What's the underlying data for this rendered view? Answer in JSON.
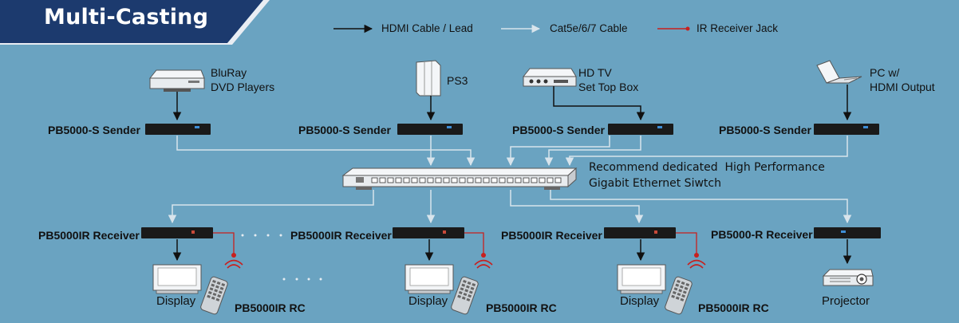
{
  "title": "Multi-Casting",
  "legend": {
    "hdmi": "HDMI Cable / Lead",
    "cat": "Cat5e/6/7 Cable",
    "ir": "IR Receiver Jack"
  },
  "sources": {
    "bluray": "BluRay\nDVD Players",
    "ps3": "PS3",
    "hdtv": "HD TV\nSet Top Box",
    "pc": "PC w/\nHDMI Output"
  },
  "senders": [
    "PB5000-S Sender",
    "PB5000-S Sender",
    "PB5000-S Sender",
    "PB5000-S Sender"
  ],
  "switch_label": "Recommend dedicated  High Performance\nGigabit Ethernet Siwtch",
  "receivers": [
    "PB5000IR Receiver",
    "PB5000IR Receiver",
    "PB5000IR Receiver",
    "PB5000-R Receiver"
  ],
  "outputs": [
    "Display",
    "Display",
    "Display",
    "Projector"
  ],
  "remotes": [
    "PB5000IR RC",
    "PB5000IR RC",
    "PB5000IR RC"
  ],
  "colors": {
    "background": "#6aa3c1",
    "banner": "#1c3a6e",
    "hdmi_line": "#111111",
    "cat_line": "#d8e4ec",
    "ir_line": "#c8201e"
  }
}
